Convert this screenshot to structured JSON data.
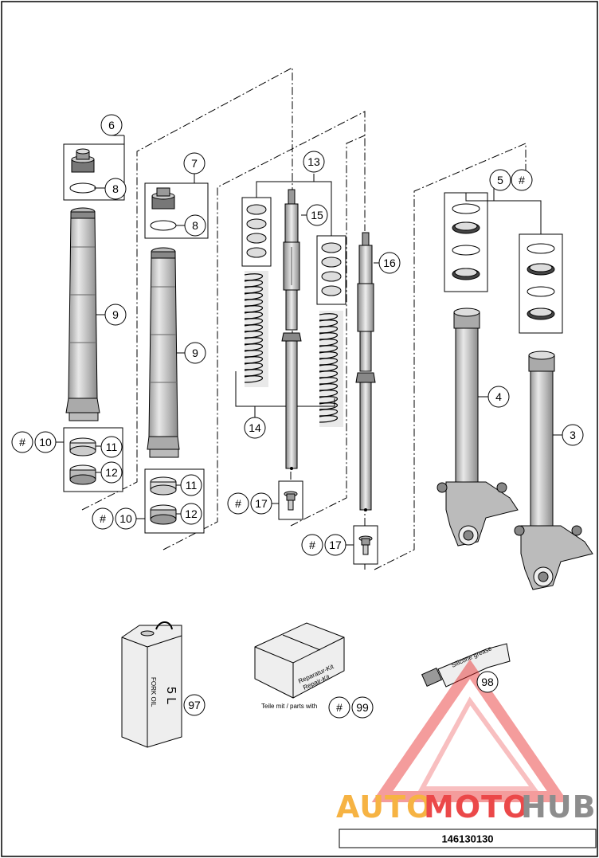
{
  "labels": {
    "l3": "3",
    "l4": "4",
    "l5": "5",
    "l5h": "#",
    "l6": "6",
    "l7": "7",
    "l8a": "8",
    "l8b": "8",
    "l9a": "9",
    "l9b": "9",
    "l10a": "10",
    "l10ah": "#",
    "l10b": "10",
    "l10bh": "#",
    "l11a": "11",
    "l11b": "11",
    "l12a": "12",
    "l12b": "12",
    "l13": "13",
    "l14": "14",
    "l15": "15",
    "l16": "16",
    "l17a": "17",
    "l17ah": "#",
    "l17b": "17",
    "l17bh": "#",
    "l97": "97",
    "l98": "98",
    "l99": "99",
    "l99h": "#"
  },
  "items": {
    "oil_can_text_1": "FORK OIL",
    "oil_can_text_2": "5 L",
    "kit_text_1": "Reparatur-Kit",
    "kit_text_2": "Repair-Kit",
    "kit_caption": "Teile mit / parts with",
    "tube_text": "Silicone grease"
  },
  "watermark": {
    "part1": "AUTO",
    "part2": "MOTO",
    "part3": "HUB",
    "color_orange": "#f5a623",
    "color_red": "#e8292a",
    "color_grey": "#7a7a7a"
  },
  "drawing_number": "146130130"
}
